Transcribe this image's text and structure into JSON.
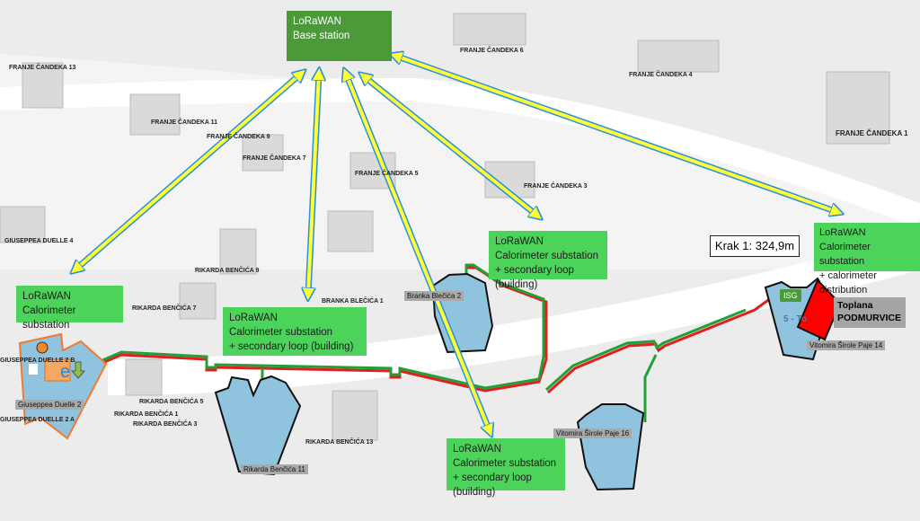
{
  "base_station": {
    "line1": "LoRaWAN",
    "line2": "Base station"
  },
  "nodes": [
    {
      "line1": "LoRaWAN",
      "line2": "Calorimeter substation",
      "line3": ""
    },
    {
      "line1": "LoRaWAN",
      "line2": "Calorimeter substation",
      "line3": "+ secondary loop (building)"
    },
    {
      "line1": "LoRaWAN",
      "line2": "Calorimeter substation",
      "line3": "+ secondary loop (building)"
    },
    {
      "line1": "LoRaWAN",
      "line2": "Calorimeter substation",
      "line3": "+ secondary loop (building)"
    },
    {
      "line1": "LoRaWAN",
      "line2": "Calorimeter substation",
      "line3": "+ calorimeter distribution"
    }
  ],
  "krak": "Krak 1: 324,9m",
  "toplana": {
    "line1": "Toplana",
    "line2": "PODMURVICE"
  },
  "isg": "ISG",
  "building_tags": [
    "Giuseppea Duelle 2",
    "Rikarda Benčića 11",
    "Branka Blečića 2",
    "Vitomira Širole Paje 16",
    "Vitomira Širole Paje 14"
  ],
  "street_labels": [
    "FRANJE ČANDEKA 13",
    "FRANJE ČANDEKA 11",
    "FRANJE ČANDEKA 9",
    "FRANJE ČANDEKA 7",
    "FRANJE ČANDEKA 5",
    "FRANJE ČANDEKA 6",
    "FRANJE ČANDEKA 4",
    "FRANJE ČANDEKA 3",
    "FRANJE ČANDEKA 1",
    "GIUSEPPEA DUELLE 4",
    "RIKARDA BENČIĆA 9",
    "RIKARDA BENČIĆA 7",
    "BRANKA BLEČIĆA 1",
    "RIKARDA BENČIĆA 5",
    "RIKARDA BENČIĆA 1",
    "RIKARDA BENČIĆA 3",
    "RIKARDA BENČIĆA 13",
    "GIUSEPPEA DUELLE 2 B",
    "GIUSEPPEA DUELLE 2 A",
    "5 - To"
  ],
  "colors": {
    "lora_box": "#4cd45a",
    "base_box": "#4a9a3a",
    "pipe_supply": "#22a035",
    "pipe_return": "#e02020",
    "arrow": "#ffff33",
    "building": "#8fc3de",
    "plant": "#ff0000"
  }
}
